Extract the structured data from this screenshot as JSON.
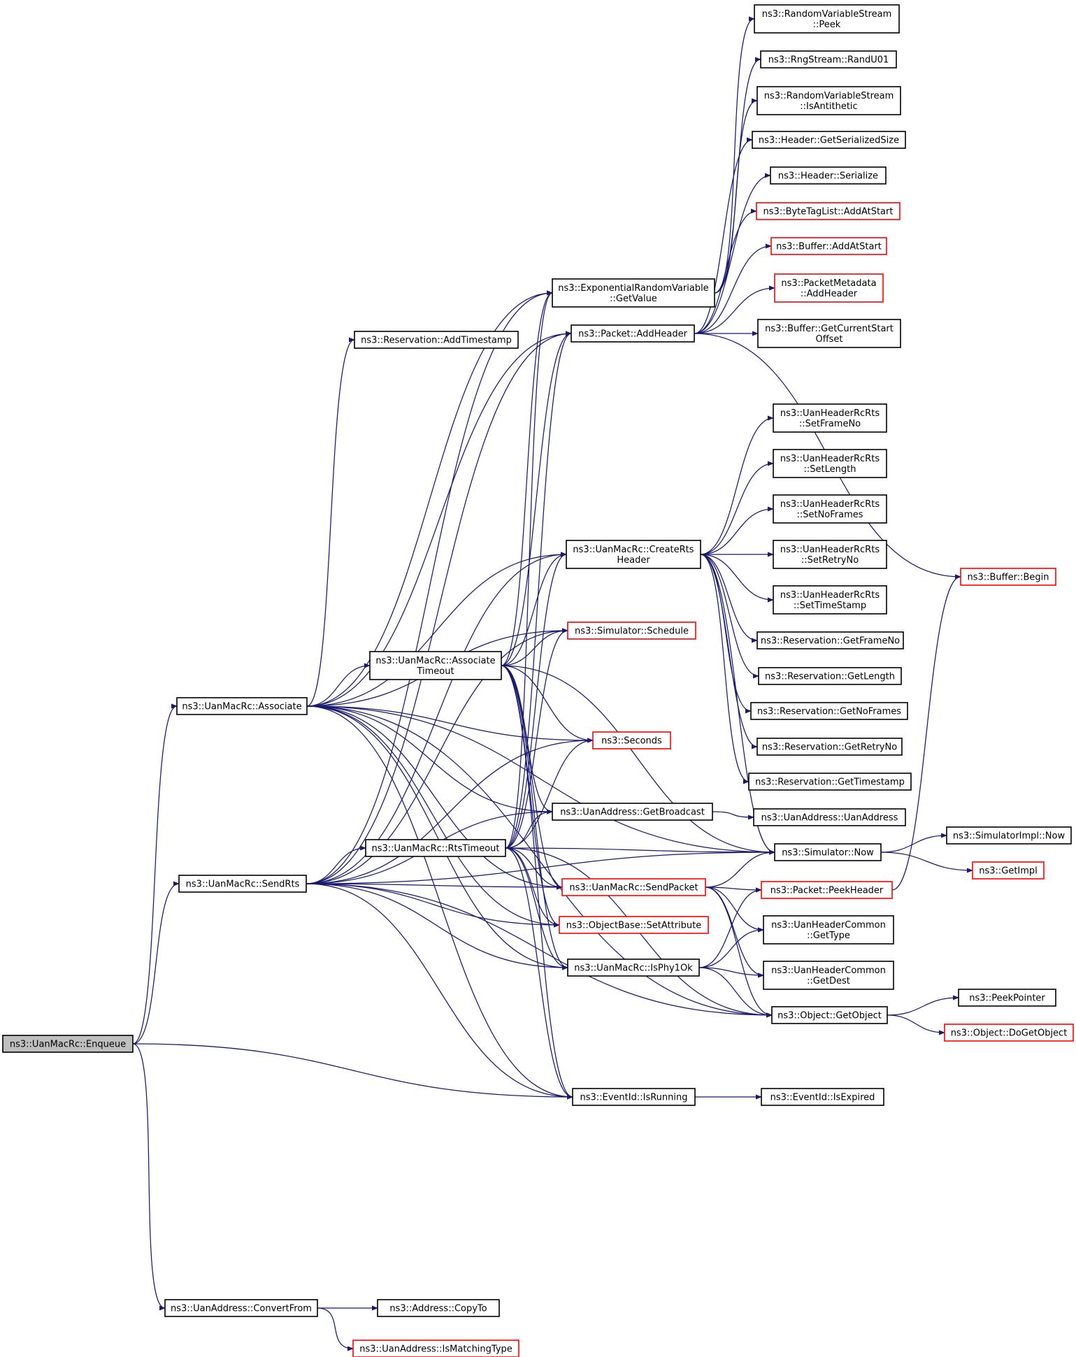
{
  "nodes": {
    "enqueue": [
      "ns3::UanMacRc::Enqueue"
    ],
    "associate": [
      "ns3::UanMacRc::Associate"
    ],
    "sendRts": [
      "ns3::UanMacRc::SendRts"
    ],
    "convertFrom": [
      "ns3::UanAddress::ConvertFrom"
    ],
    "copyTo": [
      "ns3::Address::CopyTo"
    ],
    "isMatchingType": [
      "ns3::UanAddress::IsMatchingType"
    ],
    "expGetValue": [
      "ns3::ExponentialRandomVariable",
      "::GetValue"
    ],
    "addTimestamp": [
      "ns3::Reservation::AddTimestamp"
    ],
    "addHeader": [
      "ns3::Packet::AddHeader"
    ],
    "createRtsHeader": [
      "ns3::UanMacRc::CreateRts",
      "Header"
    ],
    "simSchedule": [
      "ns3::Simulator::Schedule"
    ],
    "associateTimeout": [
      "ns3::UanMacRc::Associate",
      "Timeout"
    ],
    "seconds": [
      "ns3::Seconds"
    ],
    "getBroadcast": [
      "ns3::UanAddress::GetBroadcast"
    ],
    "rtsTimeout": [
      "ns3::UanMacRc::RtsTimeout"
    ],
    "sendPacket": [
      "ns3::UanMacRc::SendPacket"
    ],
    "setAttribute": [
      "ns3::ObjectBase::SetAttribute"
    ],
    "isPhy1Ok": [
      "ns3::UanMacRc::IsPhy1Ok"
    ],
    "isRunning": [
      "ns3::EventId::IsRunning"
    ],
    "rvsPeek": [
      "ns3::RandomVariableStream",
      "::Peek"
    ],
    "randU01": [
      "ns3::RngStream::RandU01"
    ],
    "isAntithetic": [
      "ns3::RandomVariableStream",
      "::IsAntithetic"
    ],
    "getSerializedSize": [
      "ns3::Header::GetSerializedSize"
    ],
    "headerSerialize": [
      "ns3::Header::Serialize"
    ],
    "byteTagAddAtStart": [
      "ns3::ByteTagList::AddAtStart"
    ],
    "bufferAddAtStart": [
      "ns3::Buffer::AddAtStart"
    ],
    "metaAddHeader": [
      "ns3::PacketMetadata",
      "::AddHeader"
    ],
    "getCurrentStartOffset": [
      "ns3::Buffer::GetCurrentStart",
      "Offset"
    ],
    "setFrameNo": [
      "ns3::UanHeaderRcRts",
      "::SetFrameNo"
    ],
    "setLength": [
      "ns3::UanHeaderRcRts",
      "::SetLength"
    ],
    "setNoFrames": [
      "ns3::UanHeaderRcRts",
      "::SetNoFrames"
    ],
    "setRetryNo": [
      "ns3::UanHeaderRcRts",
      "::SetRetryNo"
    ],
    "setTimeStamp": [
      "ns3::UanHeaderRcRts",
      "::SetTimeStamp"
    ],
    "resGetFrameNo": [
      "ns3::Reservation::GetFrameNo"
    ],
    "resGetLength": [
      "ns3::Reservation::GetLength"
    ],
    "resGetNoFrames": [
      "ns3::Reservation::GetNoFrames"
    ],
    "resGetRetryNo": [
      "ns3::Reservation::GetRetryNo"
    ],
    "resGetTimestamp": [
      "ns3::Reservation::GetTimestamp"
    ],
    "uanAddress": [
      "ns3::UanAddress::UanAddress"
    ],
    "simNow": [
      "ns3::Simulator::Now"
    ],
    "peekHeader": [
      "ns3::Packet::PeekHeader"
    ],
    "hdrGetType": [
      "ns3::UanHeaderCommon",
      "::GetType"
    ],
    "hdrGetDest": [
      "ns3::UanHeaderCommon",
      "::GetDest"
    ],
    "getObject": [
      "ns3::Object::GetObject"
    ],
    "isExpired": [
      "ns3::EventId::IsExpired"
    ],
    "bufferBegin": [
      "ns3::Buffer::Begin"
    ],
    "simImplNow": [
      "ns3::SimulatorImpl::Now"
    ],
    "getImpl": [
      "ns3::GetImpl"
    ],
    "peekPointer": [
      "ns3::PeekPointer"
    ],
    "doGetObject": [
      "ns3::Object::DoGetObject"
    ]
  },
  "colors": {
    "edge": "#191970",
    "node_border": "#000000",
    "node_border_truncated": "#ff0000",
    "root_fill": "#bfbfbf"
  },
  "edges": [
    [
      "enqueue",
      "associate"
    ],
    [
      "enqueue",
      "sendRts"
    ],
    [
      "enqueue",
      "isRunning"
    ],
    [
      "enqueue",
      "convertFrom"
    ],
    [
      "convertFrom",
      "copyTo"
    ],
    [
      "convertFrom",
      "isMatchingType"
    ],
    [
      "associate",
      "expGetValue"
    ],
    [
      "associate",
      "addTimestamp"
    ],
    [
      "associate",
      "addHeader"
    ],
    [
      "associate",
      "createRtsHeader"
    ],
    [
      "associate",
      "simSchedule"
    ],
    [
      "associate",
      "associateTimeout"
    ],
    [
      "associate",
      "seconds"
    ],
    [
      "associate",
      "getBroadcast"
    ],
    [
      "associate",
      "simNow"
    ],
    [
      "associate",
      "sendPacket"
    ],
    [
      "associate",
      "setAttribute"
    ],
    [
      "associate",
      "isPhy1Ok"
    ],
    [
      "associate",
      "isRunning"
    ],
    [
      "associate",
      "getObject"
    ],
    [
      "sendRts",
      "expGetValue"
    ],
    [
      "sendRts",
      "addHeader"
    ],
    [
      "sendRts",
      "createRtsHeader"
    ],
    [
      "sendRts",
      "simSchedule"
    ],
    [
      "sendRts",
      "seconds"
    ],
    [
      "sendRts",
      "getBroadcast"
    ],
    [
      "sendRts",
      "rtsTimeout"
    ],
    [
      "sendRts",
      "sendPacket"
    ],
    [
      "sendRts",
      "setAttribute"
    ],
    [
      "sendRts",
      "isPhy1Ok"
    ],
    [
      "sendRts",
      "isRunning"
    ],
    [
      "sendRts",
      "getObject"
    ],
    [
      "sendRts",
      "simNow"
    ],
    [
      "associateTimeout",
      "expGetValue"
    ],
    [
      "associateTimeout",
      "addHeader"
    ],
    [
      "associateTimeout",
      "createRtsHeader"
    ],
    [
      "associateTimeout",
      "simSchedule"
    ],
    [
      "associateTimeout",
      "seconds"
    ],
    [
      "associateTimeout",
      "getBroadcast"
    ],
    [
      "associateTimeout",
      "simNow"
    ],
    [
      "associateTimeout",
      "sendPacket"
    ],
    [
      "associateTimeout",
      "setAttribute"
    ],
    [
      "associateTimeout",
      "isPhy1Ok"
    ],
    [
      "associateTimeout",
      "isRunning"
    ],
    [
      "rtsTimeout",
      "expGetValue"
    ],
    [
      "rtsTimeout",
      "addHeader"
    ],
    [
      "rtsTimeout",
      "createRtsHeader"
    ],
    [
      "rtsTimeout",
      "simSchedule"
    ],
    [
      "rtsTimeout",
      "seconds"
    ],
    [
      "rtsTimeout",
      "getBroadcast"
    ],
    [
      "rtsTimeout",
      "simNow"
    ],
    [
      "rtsTimeout",
      "sendPacket"
    ],
    [
      "rtsTimeout",
      "setAttribute"
    ],
    [
      "rtsTimeout",
      "isPhy1Ok"
    ],
    [
      "rtsTimeout",
      "isRunning"
    ],
    [
      "rtsTimeout",
      "getObject"
    ],
    [
      "expGetValue",
      "rvsPeek"
    ],
    [
      "expGetValue",
      "randU01"
    ],
    [
      "expGetValue",
      "isAntithetic"
    ],
    [
      "addHeader",
      "getSerializedSize"
    ],
    [
      "addHeader",
      "headerSerialize"
    ],
    [
      "addHeader",
      "byteTagAddAtStart"
    ],
    [
      "addHeader",
      "bufferAddAtStart"
    ],
    [
      "addHeader",
      "metaAddHeader"
    ],
    [
      "addHeader",
      "getCurrentStartOffset"
    ],
    [
      "addHeader",
      "bufferBegin"
    ],
    [
      "createRtsHeader",
      "setFrameNo"
    ],
    [
      "createRtsHeader",
      "setLength"
    ],
    [
      "createRtsHeader",
      "setNoFrames"
    ],
    [
      "createRtsHeader",
      "setRetryNo"
    ],
    [
      "createRtsHeader",
      "setTimeStamp"
    ],
    [
      "createRtsHeader",
      "resGetFrameNo"
    ],
    [
      "createRtsHeader",
      "resGetLength"
    ],
    [
      "createRtsHeader",
      "resGetNoFrames"
    ],
    [
      "createRtsHeader",
      "resGetRetryNo"
    ],
    [
      "createRtsHeader",
      "resGetTimestamp"
    ],
    [
      "createRtsHeader",
      "simNow"
    ],
    [
      "getBroadcast",
      "uanAddress"
    ],
    [
      "sendPacket",
      "simNow"
    ],
    [
      "sendPacket",
      "peekHeader"
    ],
    [
      "sendPacket",
      "hdrGetType"
    ],
    [
      "sendPacket",
      "hdrGetDest"
    ],
    [
      "sendPacket",
      "getObject"
    ],
    [
      "isPhy1Ok",
      "peekHeader"
    ],
    [
      "isPhy1Ok",
      "hdrGetType"
    ],
    [
      "isPhy1Ok",
      "hdrGetDest"
    ],
    [
      "isPhy1Ok",
      "getObject"
    ],
    [
      "isRunning",
      "isExpired"
    ],
    [
      "simNow",
      "simImplNow"
    ],
    [
      "simNow",
      "getImpl"
    ],
    [
      "peekHeader",
      "bufferBegin"
    ],
    [
      "getObject",
      "peekPointer"
    ],
    [
      "getObject",
      "doGetObject"
    ]
  ]
}
